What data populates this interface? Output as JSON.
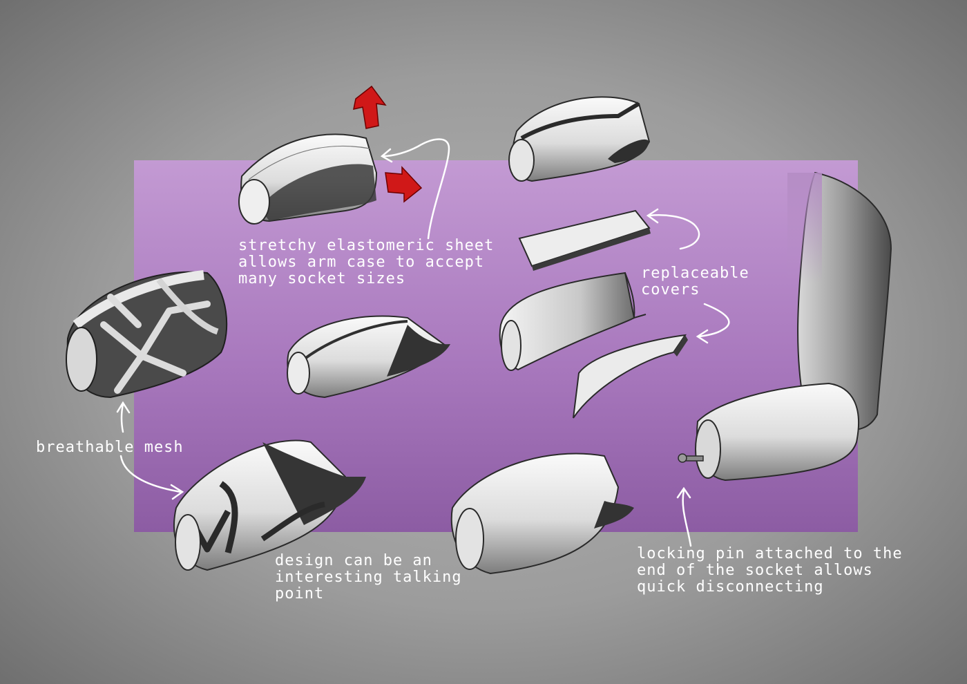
{
  "notes": {
    "stretchy": "stretchy elastomeric sheet\nallows arm case to accept\nmany socket sizes",
    "replaceable": "replaceable\ncovers",
    "breathable": "breathable mesh",
    "design": "design can be an\ninteresting talking\npoint",
    "locking": "locking pin attached to the\nend of the socket allows\nquick disconnecting"
  },
  "colors": {
    "background": "#a6a6a6",
    "panel": "#b47cc8",
    "annotation_text": "#ffffff",
    "arrow_red": "#d01818",
    "sketch_fill": "#e9e9e9",
    "sketch_shadow": "#3a3a3a"
  }
}
